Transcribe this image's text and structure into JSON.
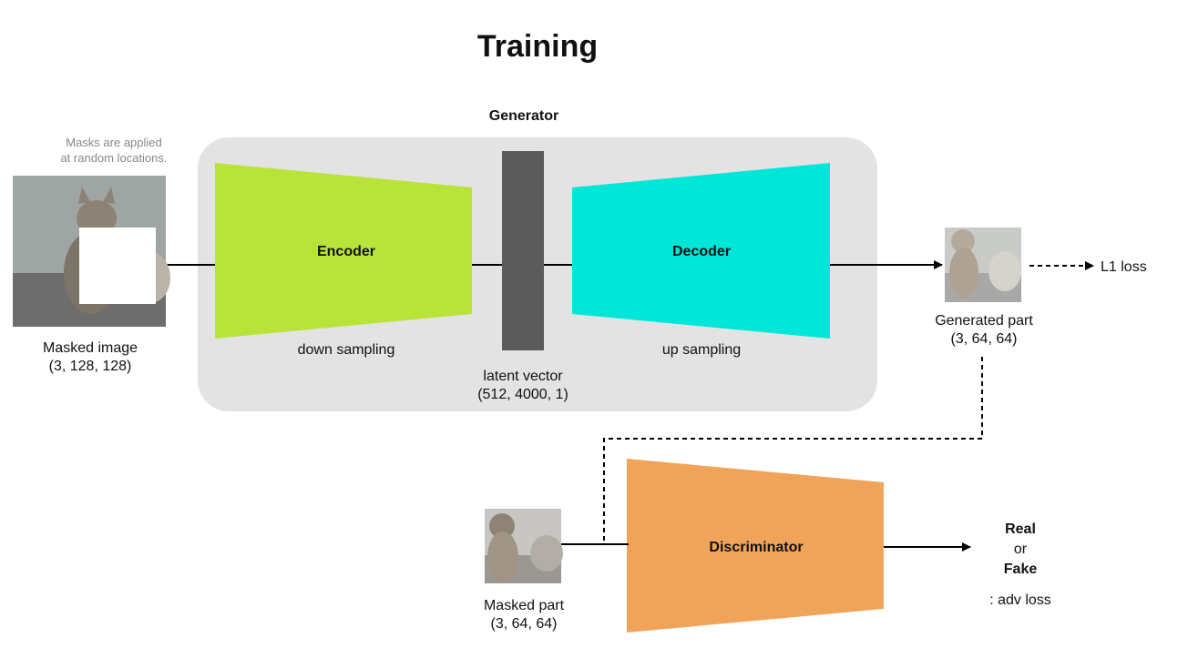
{
  "title": "Training",
  "generator": {
    "title": "Generator",
    "encoder": {
      "label": "Encoder",
      "sublabel": "down sampling",
      "color": "#b8e43a"
    },
    "latent": {
      "label": "latent vector",
      "shape": "(512, 4000, 1)",
      "color": "#5b5b5b"
    },
    "decoder": {
      "label": "Decoder",
      "sublabel": "up sampling",
      "color": "#00e6d8"
    },
    "panel_color": "#e3e3e3"
  },
  "input": {
    "note_line1": "Masks are applied",
    "note_line2": "at random locations.",
    "label": "Masked image",
    "shape": "(3, 128, 128)"
  },
  "output": {
    "label": "Generated part",
    "shape": "(3, 64, 64)",
    "loss": "L1 loss"
  },
  "discriminator": {
    "label": "Discriminator",
    "color": "#efa45a",
    "input_label": "Masked part",
    "input_shape": "(3, 64, 64)",
    "result_real": "Real",
    "result_or": "or",
    "result_fake": "Fake",
    "loss": ": adv loss"
  }
}
